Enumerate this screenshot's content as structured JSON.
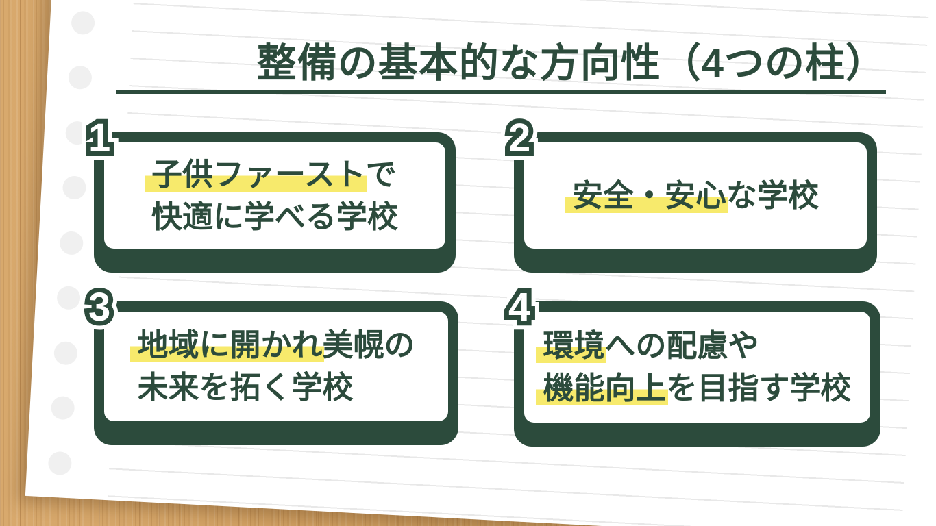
{
  "meta": {
    "kind": "presentation-slide",
    "language": "ja"
  },
  "colors": {
    "accent_green": "#2C4B3C",
    "highlight_yellow": "#F7EA6C",
    "paper_white": "#FFFFFF",
    "desk_wood": "#D2A166",
    "punch_hole_gray": "#F0F0F0",
    "ruled_line_gray": "#E8E8E8"
  },
  "title": {
    "text": "整備の基本的な方向性（4つの柱）"
  },
  "cards": [
    {
      "number": "1",
      "lines": [
        {
          "highlight": "子供ファースト",
          "rest": "で"
        },
        {
          "rest": "快適に学べる学校"
        }
      ]
    },
    {
      "number": "2",
      "lines": [
        {
          "highlight": "安全・安心",
          "rest": "な学校"
        }
      ]
    },
    {
      "number": "3",
      "lines": [
        {
          "highlight": "地域に開かれ",
          "rest": "美幌の"
        },
        {
          "rest": "未来を拓く学校"
        }
      ]
    },
    {
      "number": "4",
      "lines": [
        {
          "highlight": "環境",
          "rest": "への配慮や"
        },
        {
          "highlight": "機能向上",
          "rest": "を目指す学校"
        }
      ]
    }
  ],
  "decor": {
    "punch_hole_count": 9,
    "notebook_paper": "tilted white sheet with ruled lines over wooden desk"
  }
}
